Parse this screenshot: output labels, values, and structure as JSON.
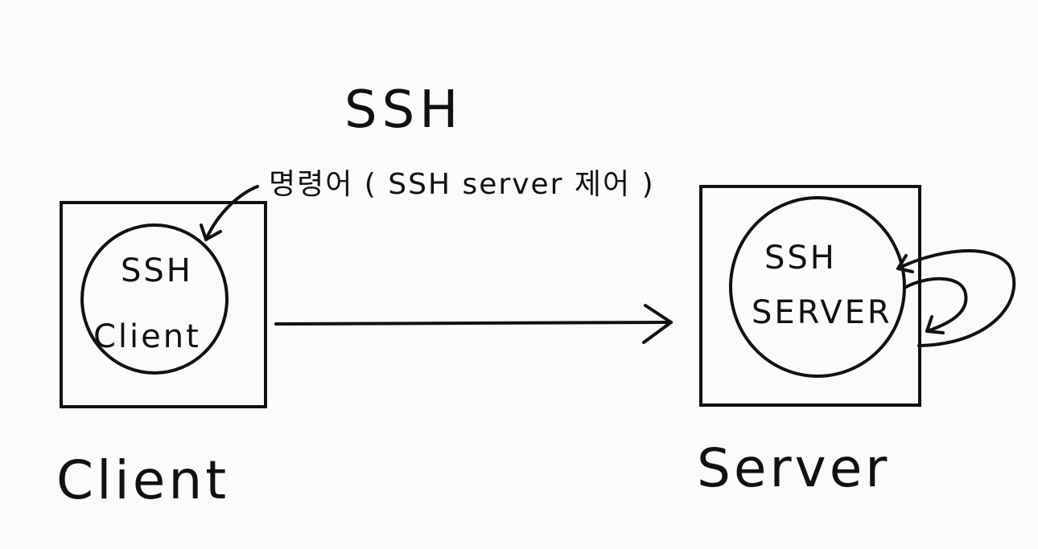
{
  "diagram": {
    "title": "SSH",
    "annotation": "명령어 ( SSH server 제어 )",
    "client": {
      "inner_line1": "SSH",
      "inner_line2": "Client",
      "label": "Client"
    },
    "server": {
      "inner_line1": "SSH",
      "inner_line2": "SERVER",
      "label": "Server"
    },
    "colors": {
      "ink": "#111111",
      "background": "#fbfbfb"
    }
  }
}
